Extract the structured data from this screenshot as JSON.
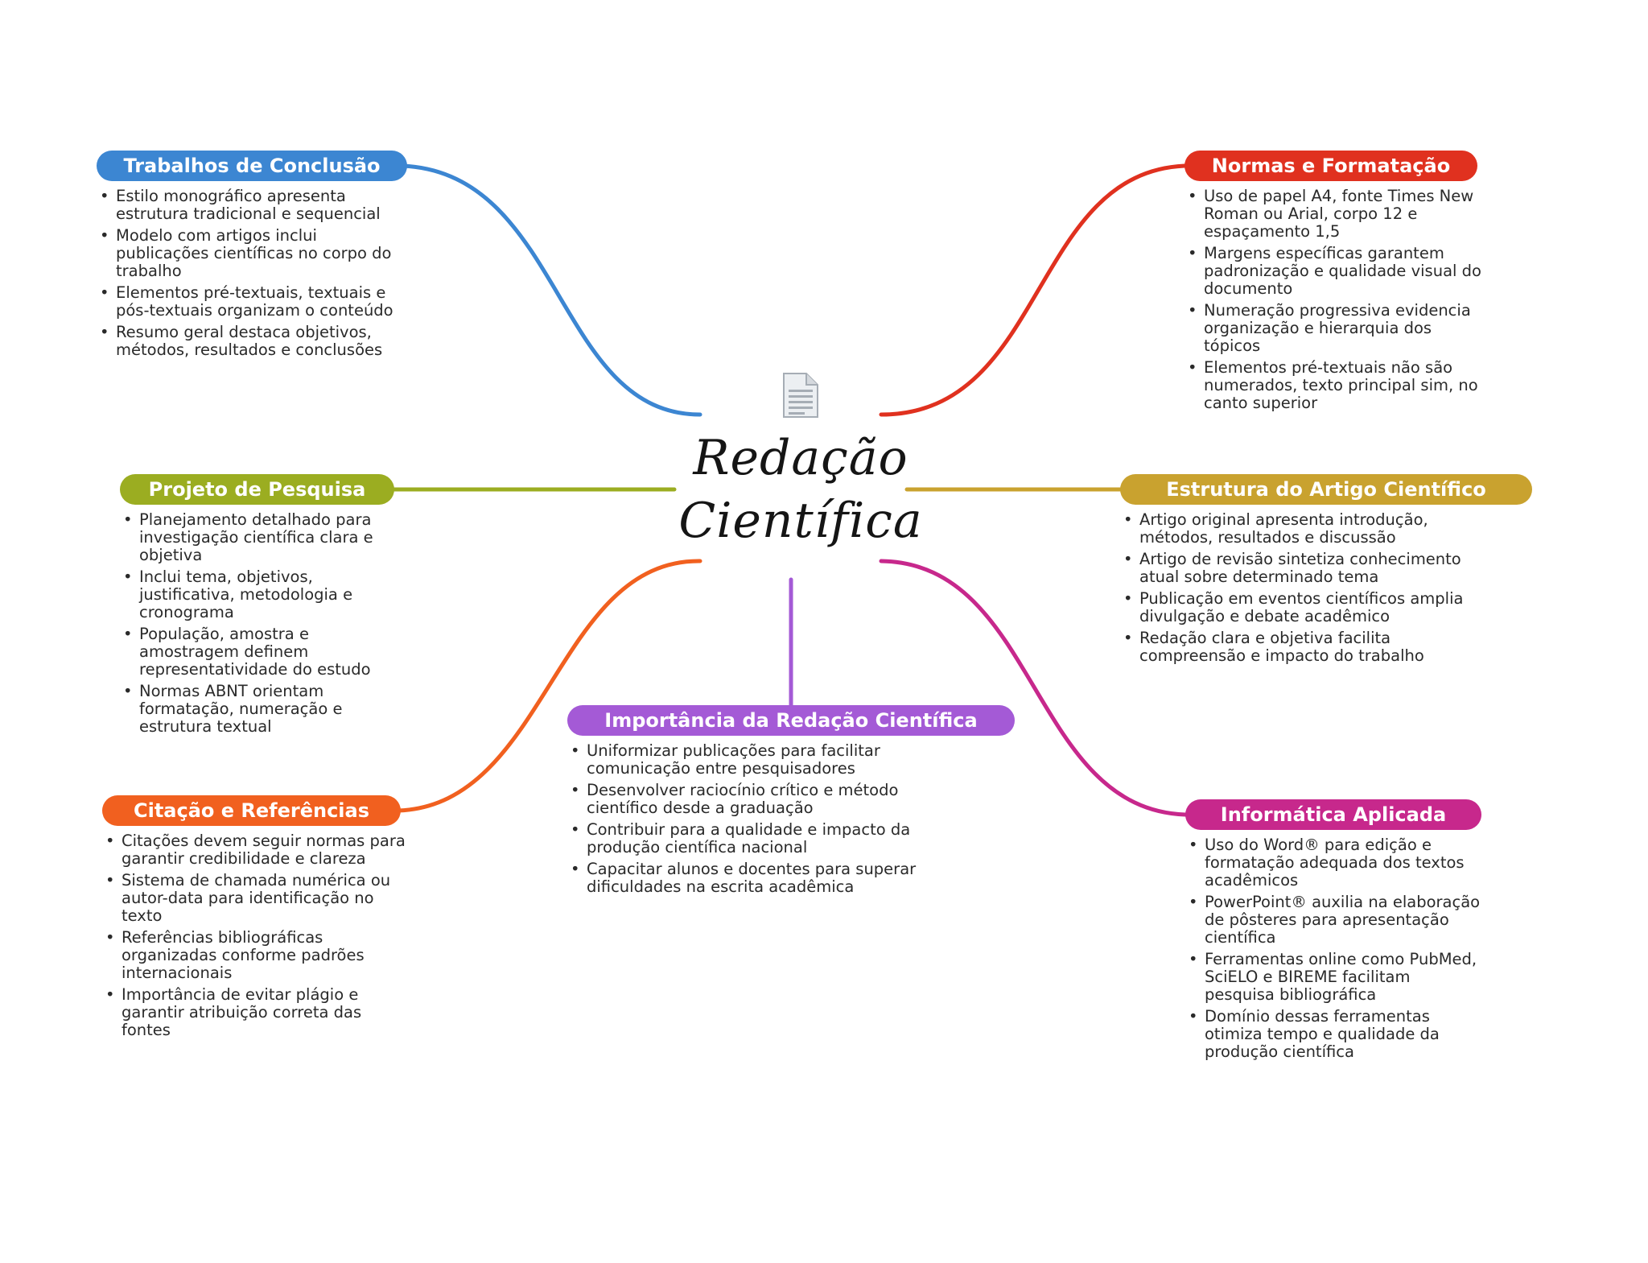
{
  "central": {
    "title": "Redação Científica",
    "icon": "document-icon"
  },
  "branches": [
    {
      "id": "trabalhos",
      "title": "Trabalhos de Conclusão",
      "color": "#3C86D2",
      "items": [
        "Estilo monográfico apresenta estrutura tradicional e sequencial",
        "Modelo com artigos inclui publicações científicas no corpo do trabalho",
        "Elementos pré-textuais, textuais e pós-textuais organizam o conteúdo",
        "Resumo geral destaca objetivos, métodos, resultados e conclusões"
      ]
    },
    {
      "id": "projeto",
      "title": "Projeto de Pesquisa",
      "color": "#9BAD21",
      "items": [
        "Planejamento detalhado para investigação científica clara e objetiva",
        "Inclui tema, objetivos, justificativa, metodologia e cronograma",
        "População, amostra e amostragem definem representatividade do estudo",
        "Normas ABNT orientam formatação, numeração e estrutura textual"
      ]
    },
    {
      "id": "citacao",
      "title": "Citação e Referências",
      "color": "#F1601F",
      "items": [
        "Citações devem seguir normas para garantir credibilidade e clareza",
        "Sistema de chamada numérica ou autor-data para identificação no texto",
        "Referências bibliográficas organizadas conforme padrões internacionais",
        "Importância de evitar plágio e garantir atribuição correta das fontes"
      ]
    },
    {
      "id": "importancia",
      "title": "Importância da Redação Científica",
      "color": "#A45AD6",
      "items": [
        "Uniformizar publicações para facilitar comunicação entre pesquisadores",
        "Desenvolver raciocínio crítico e método científico desde a graduação",
        "Contribuir para a qualidade e impacto da produção científica nacional",
        "Capacitar alunos e docentes para superar dificuldades na escrita acadêmica"
      ]
    },
    {
      "id": "normas",
      "title": "Normas e Formatação",
      "color": "#E0311F",
      "items": [
        "Uso de papel A4, fonte Times New Roman ou Arial, corpo 12 e espaçamento 1,5",
        "Margens específicas garantem padronização e qualidade visual do documento",
        "Numeração progressiva evidencia organização e hierarquia dos tópicos",
        "Elementos pré-textuais não são numerados, texto principal sim, no canto superior"
      ]
    },
    {
      "id": "estrutura",
      "title": "Estrutura do Artigo Científico",
      "color": "#C9A22F",
      "items": [
        "Artigo original apresenta introdução, métodos, resultados e discussão",
        "Artigo de revisão sintetiza conhecimento atual sobre determinado tema",
        "Publicação em eventos científicos amplia divulgação e debate acadêmico",
        "Redação clara e objetiva facilita compreensão e impacto do trabalho"
      ]
    },
    {
      "id": "informatica",
      "title": "Informática Aplicada",
      "color": "#C7288C",
      "items": [
        "Uso do Word® para edição e formatação adequada dos textos acadêmicos",
        "PowerPoint® auxilia na elaboração de pôsteres para apresentação científica",
        "Ferramentas online como PubMed, SciELO e BIREME facilitam pesquisa bibliográfica",
        "Domínio dessas ferramentas otimiza tempo e qualidade da produção científica"
      ]
    }
  ]
}
